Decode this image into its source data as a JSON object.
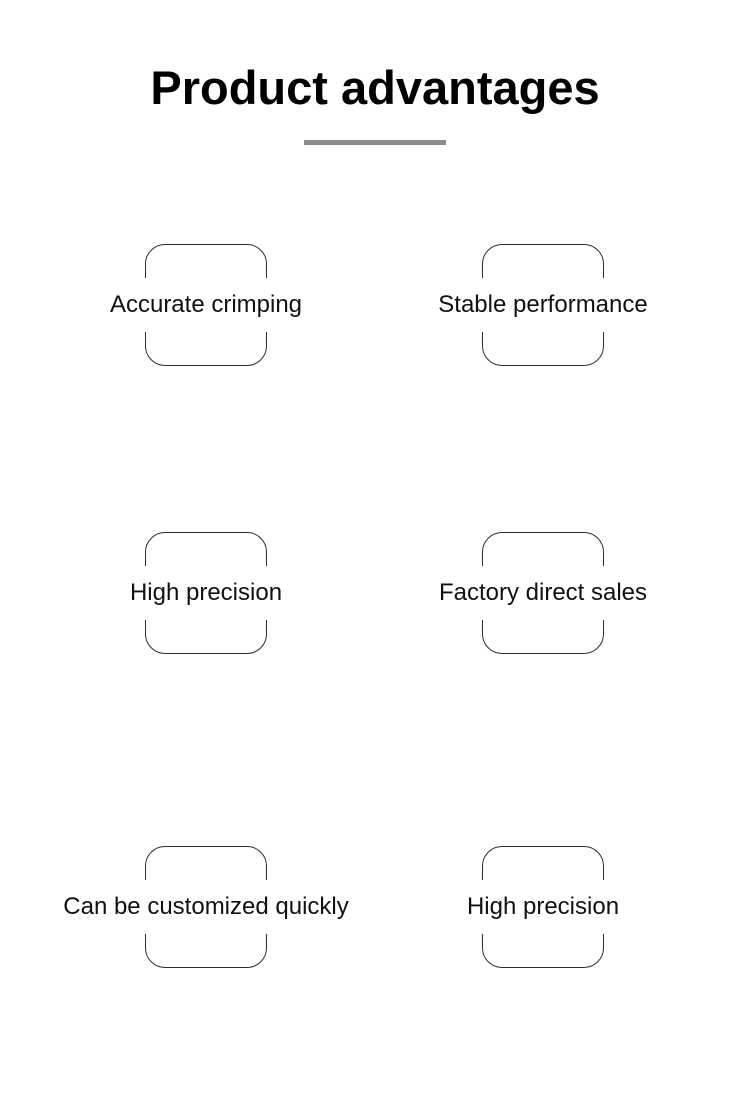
{
  "page": {
    "title": "Product advantages"
  },
  "divider": {
    "color": "#8c8c8c"
  },
  "features": [
    {
      "label": "Accurate crimping"
    },
    {
      "label": "Stable performance"
    },
    {
      "label": "High precision"
    },
    {
      "label": "Factory direct sales"
    },
    {
      "label": "Can be customized quickly"
    },
    {
      "label": "High precision"
    }
  ]
}
